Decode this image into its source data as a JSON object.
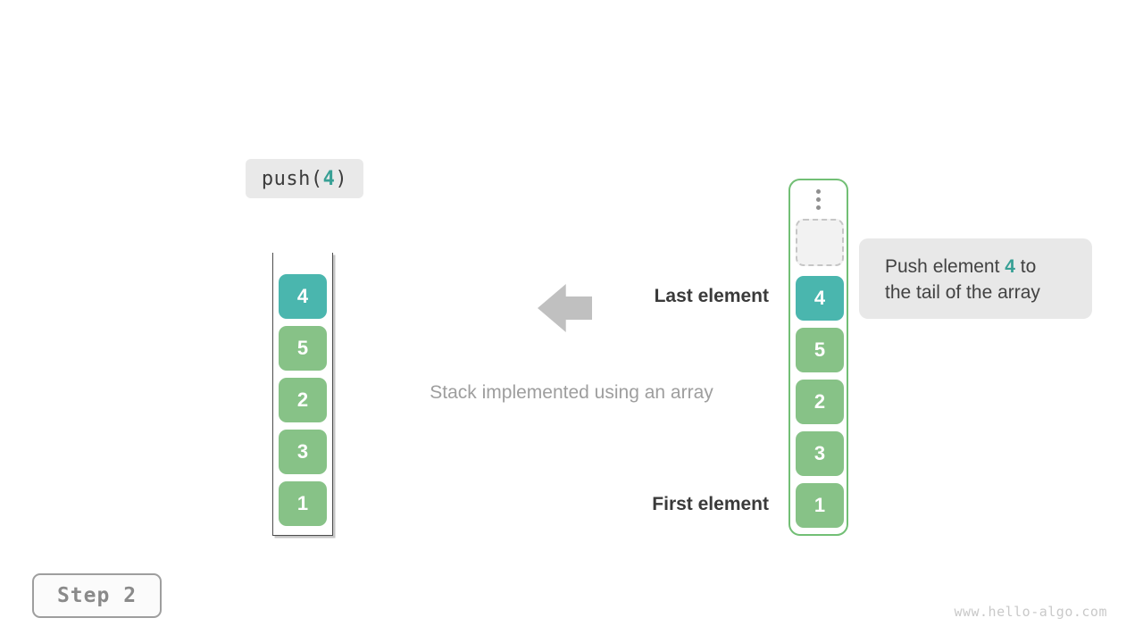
{
  "operation": {
    "prefix": "push(",
    "value": "4",
    "suffix": ")"
  },
  "stacks": {
    "left": {
      "items": [
        "4",
        "5",
        "2",
        "3",
        "1"
      ],
      "highlight_index": 0
    },
    "right": {
      "items": [
        "4",
        "5",
        "2",
        "3",
        "1"
      ],
      "highlight_index": 0,
      "has_ellipsis": true,
      "has_empty_slot": true
    }
  },
  "annotations": {
    "last_element": "Last element",
    "first_element": "First element",
    "caption": "Stack implemented using an array"
  },
  "tooltip": {
    "line1_pre": "Push element ",
    "value": "4",
    "line1_post": " to",
    "line2": "the tail of the array"
  },
  "step": {
    "label": "Step 2"
  },
  "watermark": "www.hello-algo.com",
  "colors": {
    "highlight_fill": "#4ab6ae",
    "element_fill": "#87c287",
    "highlight_text": "#38a095",
    "array_border_green": "#72bf75",
    "chip_background": "#e9e9e9",
    "tooltip_background": "#e8e8e8",
    "strong_text": "#3a3a3a",
    "muted_text": "#9e9e9e",
    "watermark_text": "#c9c9c9",
    "arrow_gray": "#c0c0c0"
  }
}
